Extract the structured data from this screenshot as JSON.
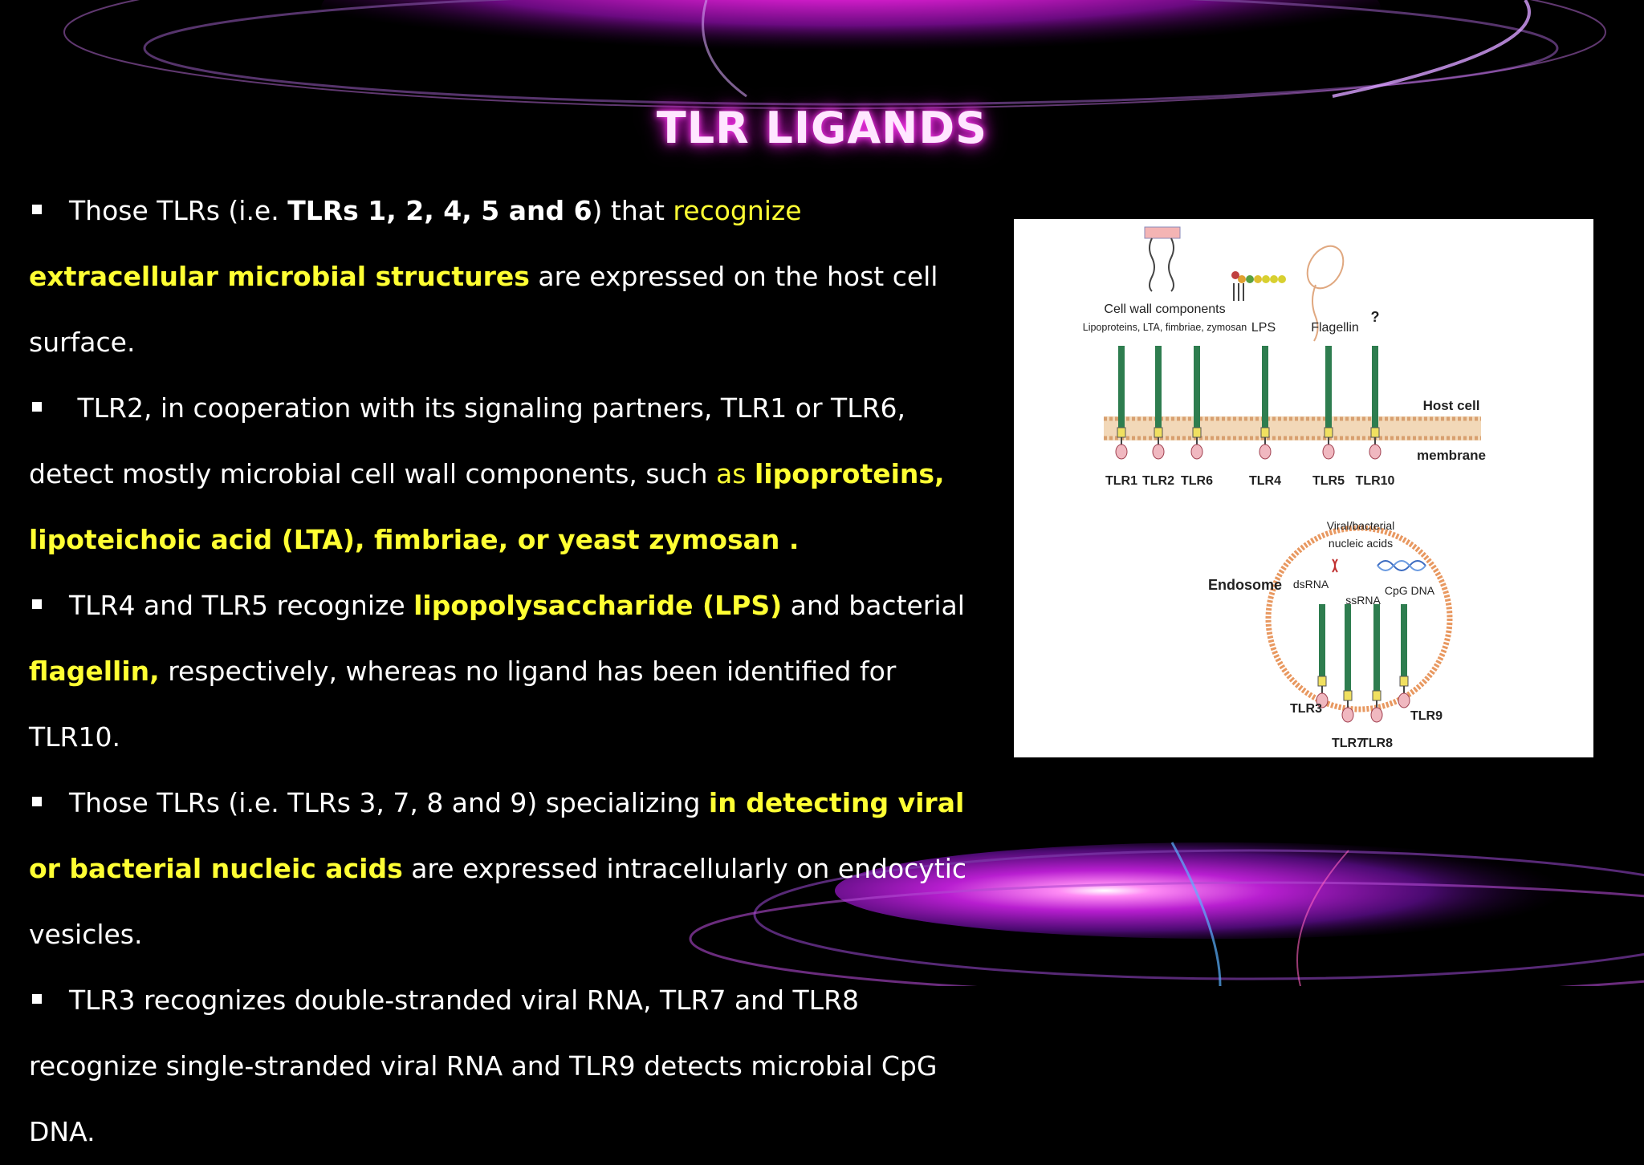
{
  "slide": {
    "title": "TLR LIGANDS",
    "paragraphs": [
      {
        "bullet": true,
        "segments": [
          {
            "t": "Those TLRs (i.e. ",
            "s": "w"
          },
          {
            "t": "TLRs 1, 2, 4, 5 and 6",
            "s": "bw"
          },
          {
            "t": ") that ",
            "s": "w"
          },
          {
            "t": "recognize ",
            "s": "y"
          },
          {
            "t": "extracellular microbial structures",
            "s": "yb"
          },
          {
            "t": " are expressed on the host cell surface.",
            "s": "w"
          }
        ]
      },
      {
        "bullet": true,
        "segments": [
          {
            "t": " TLR2, in cooperation with its signaling partners, TLR1 or TLR6, detect mostly microbial cell wall components, such ",
            "s": "w"
          },
          {
            "t": "as ",
            "s": "y"
          },
          {
            "t": "lipoproteins, lipoteichoic acid (LTA), fimbriae, or yeast zymosan",
            "s": "yb"
          },
          {
            "t": " .",
            "s": "yb"
          }
        ]
      },
      {
        "bullet": true,
        "segments": [
          {
            "t": "TLR4 and TLR5 recognize ",
            "s": "w"
          },
          {
            "t": "lipopolysaccharide (LPS)",
            "s": "yb"
          },
          {
            "t": " and bacterial ",
            "s": "w"
          },
          {
            "t": "flagellin,",
            "s": "yb"
          },
          {
            "t": " respectively, whereas no ligand has been identified for TLR10.",
            "s": "w"
          }
        ]
      },
      {
        "bullet": true,
        "segments": [
          {
            "t": "Those TLRs (i.e. TLRs 3, 7, 8 and 9) specializing ",
            "s": "w"
          },
          {
            "t": "in detecting viral or bacterial nucleic acids",
            "s": "yb"
          },
          {
            "t": " are expressed intracellularly on endocytic vesicles.",
            "s": "w"
          }
        ]
      },
      {
        "bullet": true,
        "segments": [
          {
            "t": "TLR3 recognizes double-stranded viral RNA, TLR7 and TLR8 recognize single-stranded viral RNA and TLR9 detects microbial CpG DNA.",
            "s": "w"
          }
        ]
      }
    ]
  },
  "figure": {
    "ligands": {
      "cell_wall": "Cell wall components",
      "cell_wall_sub": "Lipoproteins, LTA, fimbriae, zymosan",
      "lps": "LPS",
      "flagellin": "Flagellin",
      "unknown": "?"
    },
    "membrane_label_1": "Host cell",
    "membrane_label_2": "membrane",
    "surface_tlrs": [
      "TLR1",
      "TLR2",
      "TLR6",
      "TLR4",
      "TLR5",
      "TLR10"
    ],
    "endosome_label": "Endosome",
    "nucleic_label_1": "Viral/bacterial",
    "nucleic_label_2": "nucleic acids",
    "dsrna": "dsRNA",
    "ssrna": "ssRNA",
    "cpg": "CpG DNA",
    "endo_tlrs": [
      "TLR3",
      "TLR7",
      "TLR8",
      "TLR9"
    ],
    "colors": {
      "receptor": "#2e7d4f",
      "membrane": "#e8b98a",
      "endosome": "#e89860",
      "accent_yellow": "#ffff33"
    }
  }
}
